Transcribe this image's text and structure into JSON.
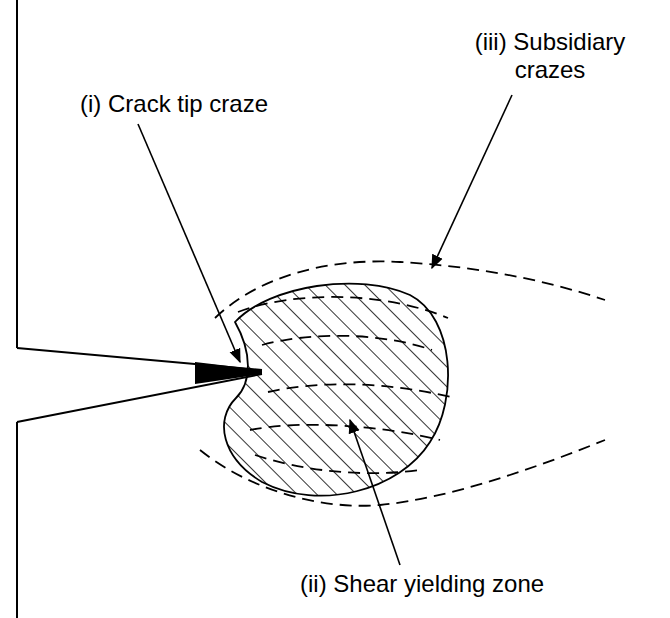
{
  "diagram": {
    "labels": [
      "(i) Crack tip craze",
      "(ii) Shear yielding zone",
      "(iii) Subsidiary crazes"
    ]
  }
}
